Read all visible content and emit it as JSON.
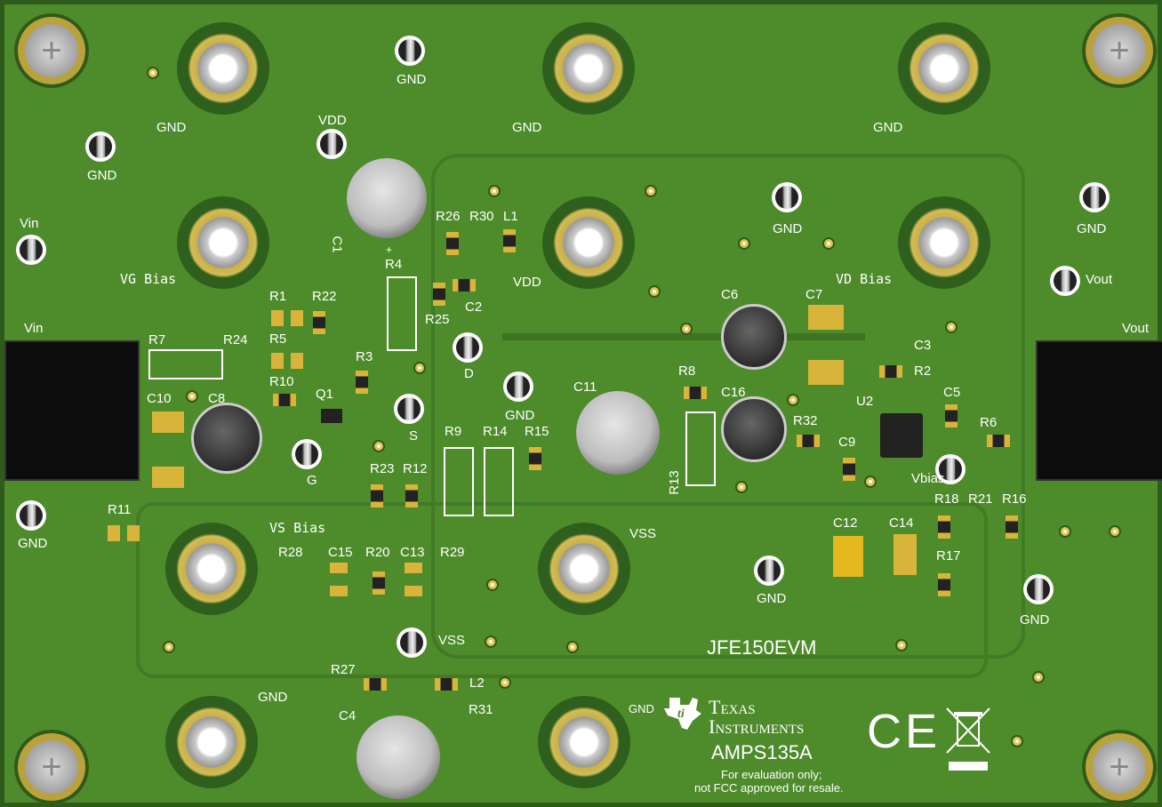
{
  "board": {
    "name": "JFE150EVM",
    "part_number": "AMPS135A",
    "notice_line1": "For evaluation only;",
    "notice_line2": "not FCC approved for resale.",
    "logo_text_1": "Texas",
    "logo_text_2": "Instruments",
    "ce_mark": "CE",
    "colors": {
      "soldermask": "#4e8b2b",
      "silkscreen": "#ffffff",
      "copper": "#d9b43a"
    }
  },
  "labels": [
    "GND",
    "GND",
    "GND",
    "GND",
    "GND",
    "VDD",
    "Vin",
    "Vin",
    "C1",
    "R26",
    "R30",
    "L1",
    "R4",
    "VDD",
    "C2",
    "R1",
    "R22",
    "R5",
    "R25",
    "R3",
    "R10",
    "Q1",
    "D",
    "R7",
    "R24",
    "VG Bias",
    "GND",
    "GND",
    "Vout",
    "Vout",
    "VD Bias",
    "C6",
    "C7",
    "C3",
    "R2",
    "R8",
    "C16",
    "C11",
    "GND",
    "C10",
    "C8",
    "S",
    "G",
    "R9",
    "R14",
    "R15",
    "R32",
    "U2",
    "C5",
    "C9",
    "R6",
    "Vbias",
    "R13",
    "R23",
    "R12",
    "R18",
    "R21",
    "R16",
    "R11",
    "GND",
    "VS Bias",
    "C12",
    "C14",
    "VSS",
    "R28",
    "C15",
    "R20",
    "C13",
    "R29",
    "R17",
    "GND",
    "GND",
    "VSS",
    "R27",
    "L2",
    "GND",
    "R31",
    "C4",
    "GND",
    "+"
  ]
}
